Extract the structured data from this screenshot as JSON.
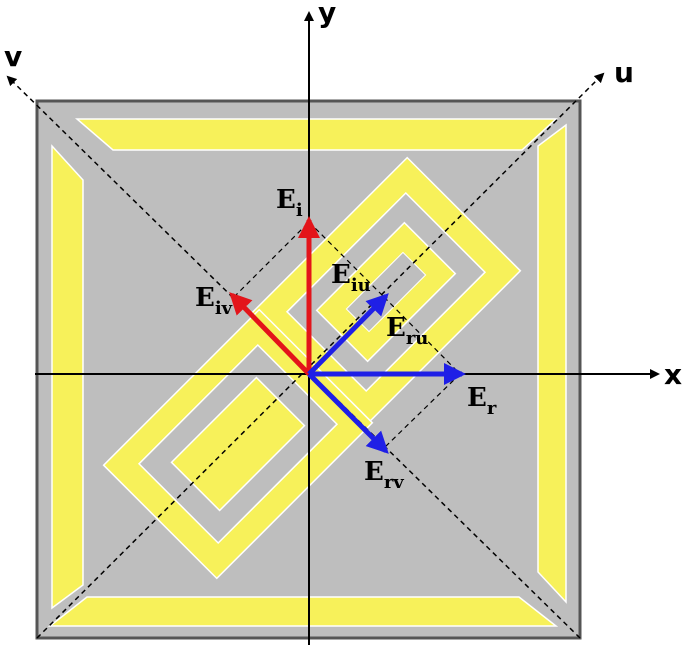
{
  "axes": {
    "x": "x",
    "y": "y",
    "u": "u",
    "v": "v"
  },
  "vectors": {
    "Ei": {
      "main": "E",
      "sub": "i"
    },
    "Eiu": {
      "main": "E",
      "sub": "iu"
    },
    "Eiv": {
      "main": "E",
      "sub": "iv"
    },
    "Eru": {
      "main": "E",
      "sub": "ru"
    },
    "Er": {
      "main": "E",
      "sub": "r"
    },
    "Erv": {
      "main": "E",
      "sub": "rv"
    }
  },
  "colors": {
    "substrate": "#bebebe",
    "metal": "#f7f15a",
    "incident": "#e3141a",
    "reflected": "#1f1fe6",
    "axis": "#000000"
  }
}
